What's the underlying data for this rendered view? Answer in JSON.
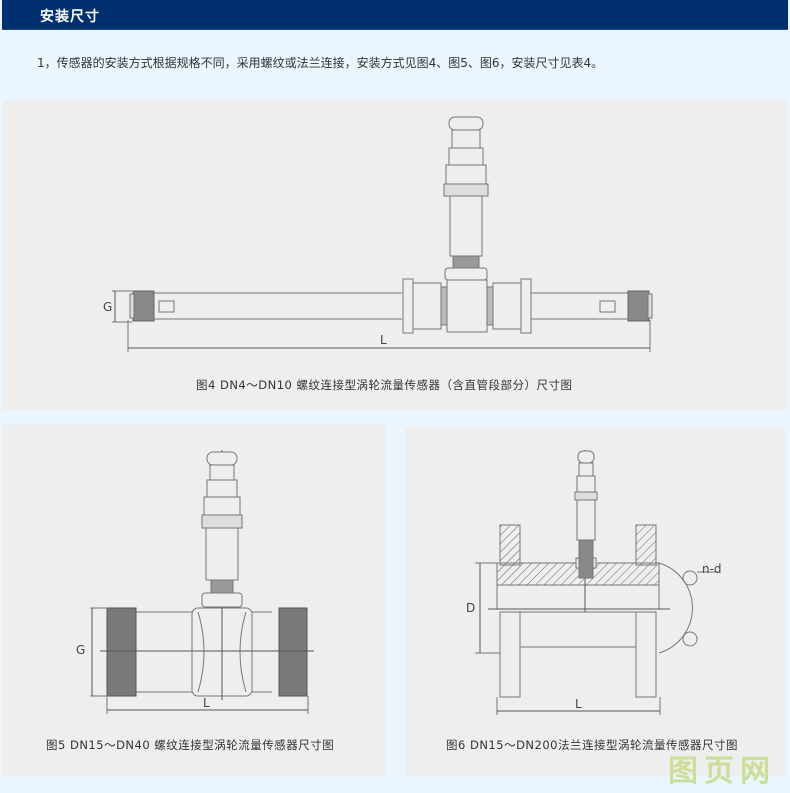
{
  "header": {
    "title": "安装尺寸",
    "background_color": "#00306f"
  },
  "intro": {
    "text": "1，传感器的安装方式根据规格不同，采用螺纹或法兰连接，安装方式见图4、图5、图6，安装尺寸见表4。"
  },
  "figures": [
    {
      "id": "fig4",
      "caption": "图4 DN4～DN10 螺纹连接型涡轮流量传感器（含直管段部分）尺寸图",
      "dimension_labels": [
        "G",
        "L"
      ]
    },
    {
      "id": "fig5",
      "caption": "图5 DN15～DN40 螺纹连接型涡轮流量传感器尺寸图",
      "dimension_labels": [
        "G",
        "L"
      ]
    },
    {
      "id": "fig6",
      "caption": "图6 DN15～DN200法兰连接型涡轮流量传感器尺寸图",
      "dimension_labels": [
        "D",
        "L",
        "n-d"
      ]
    }
  ],
  "watermark": {
    "text": "图页网",
    "color": "#c4dd8a"
  },
  "colors": {
    "page_background": "#eaf5fd",
    "panel_background": "#eeeeee",
    "line": "#666666"
  }
}
